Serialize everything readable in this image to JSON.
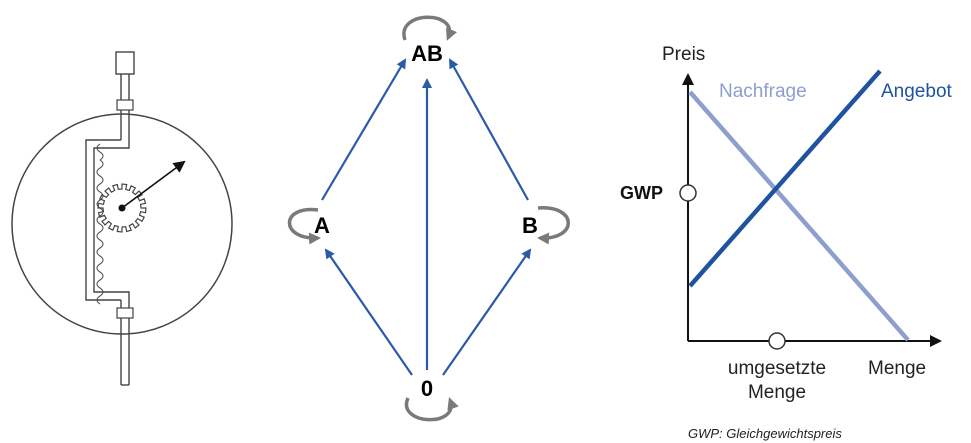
{
  "lattice": {
    "nodes": {
      "top": "AB",
      "left": "A",
      "right": "B",
      "bottom": "0"
    }
  },
  "market": {
    "y_axis_label": "Preis",
    "x_axis_label": "Menge",
    "demand_label": "Nachfrage",
    "supply_label": "Angebot",
    "equilibrium_price_label": "GWP",
    "quantity_label_line1": "umgesetzte",
    "quantity_label_line2": "Menge",
    "footnote": "GWP: Gleichgewichtspreis",
    "colors": {
      "demand": "#8c9fcf",
      "supply": "#1f53a0"
    }
  },
  "colors": {
    "arrow_blue": "#2a5aa8",
    "loop_gray": "#7a7a7a"
  }
}
